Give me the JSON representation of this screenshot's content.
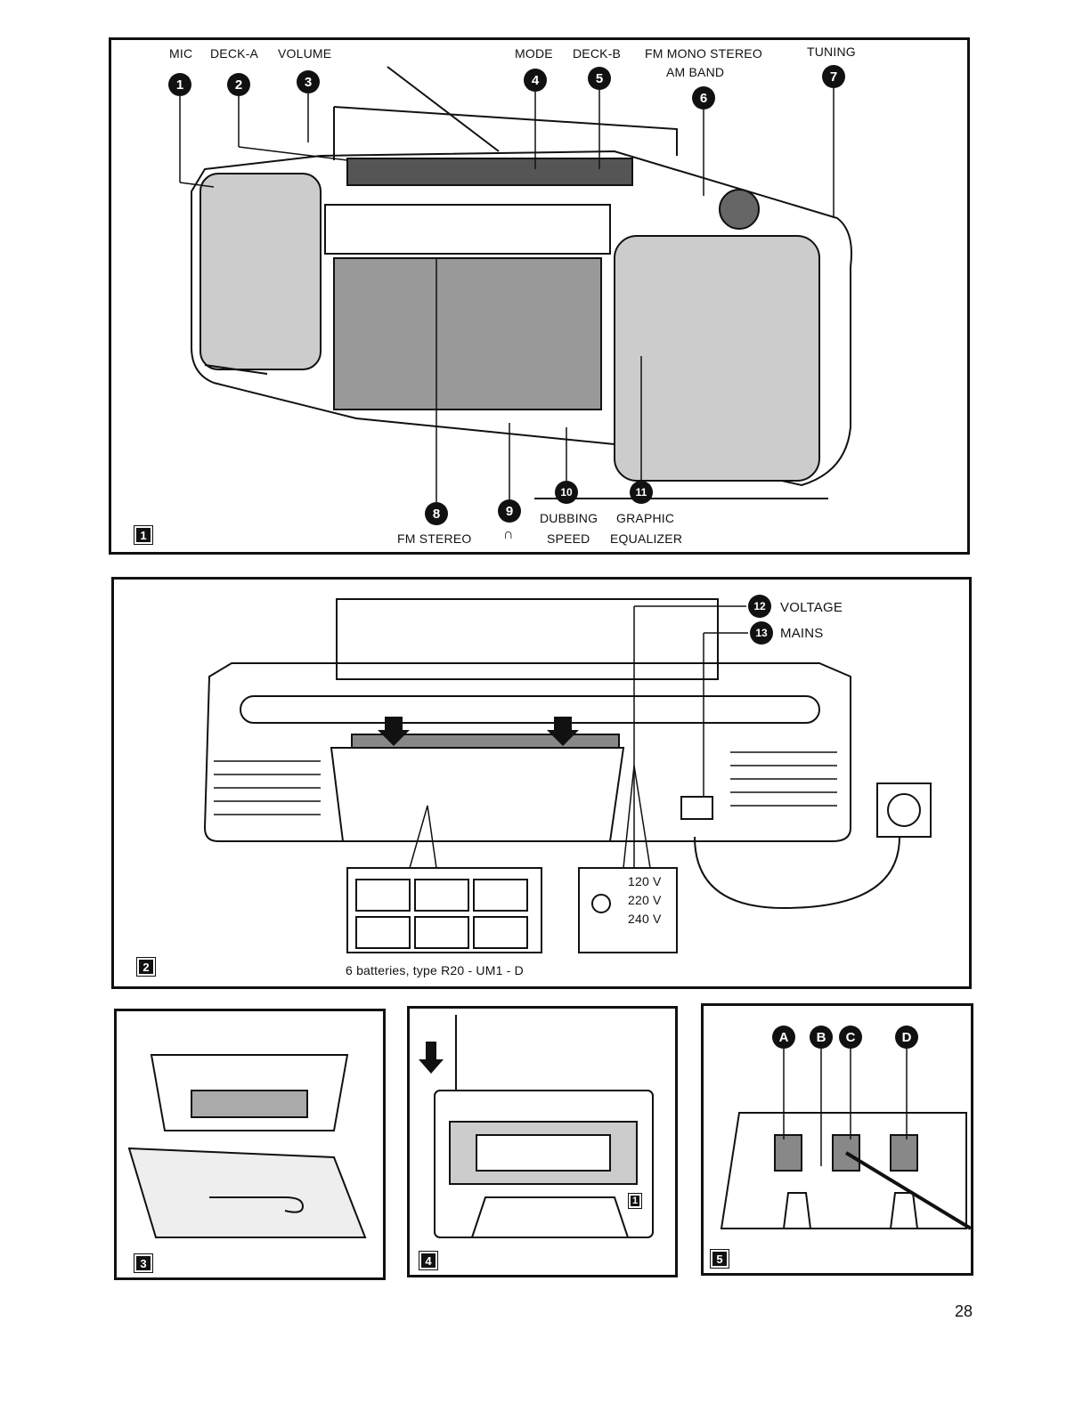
{
  "figure1": {
    "number": "1",
    "labels": {
      "mic": "MIC",
      "deck_a": "DECK-A",
      "volume": "VOLUME",
      "mode": "MODE",
      "deck_b": "DECK-B",
      "fm_mono_stereo": "FM MONO STEREO",
      "am_band": "AM BAND",
      "tuning": "TUNING",
      "fm_stereo": "FM STEREO",
      "dubbing": "DUBBING",
      "speed": "SPEED",
      "graphic": "GRAPHIC",
      "equalizer": "EQUALIZER"
    },
    "callouts": [
      "1",
      "2",
      "3",
      "4",
      "5",
      "6",
      "7",
      "8",
      "9",
      "10",
      "11"
    ],
    "headphone_icon": "headphones-icon"
  },
  "figure2": {
    "number": "2",
    "callouts": [
      "12",
      "13"
    ],
    "labels": {
      "voltage": "VOLTAGE",
      "mains": "MAINS"
    },
    "voltages": [
      "120 V",
      "220 V",
      "240 V"
    ],
    "battery_caption": "6 batteries, type R20 - UM1 - D"
  },
  "figure3": {
    "number": "3"
  },
  "figure4": {
    "number": "4",
    "cassette_side": "1"
  },
  "figure5": {
    "number": "5",
    "callouts": [
      "A",
      "B",
      "C",
      "D"
    ]
  },
  "page_number": "28"
}
